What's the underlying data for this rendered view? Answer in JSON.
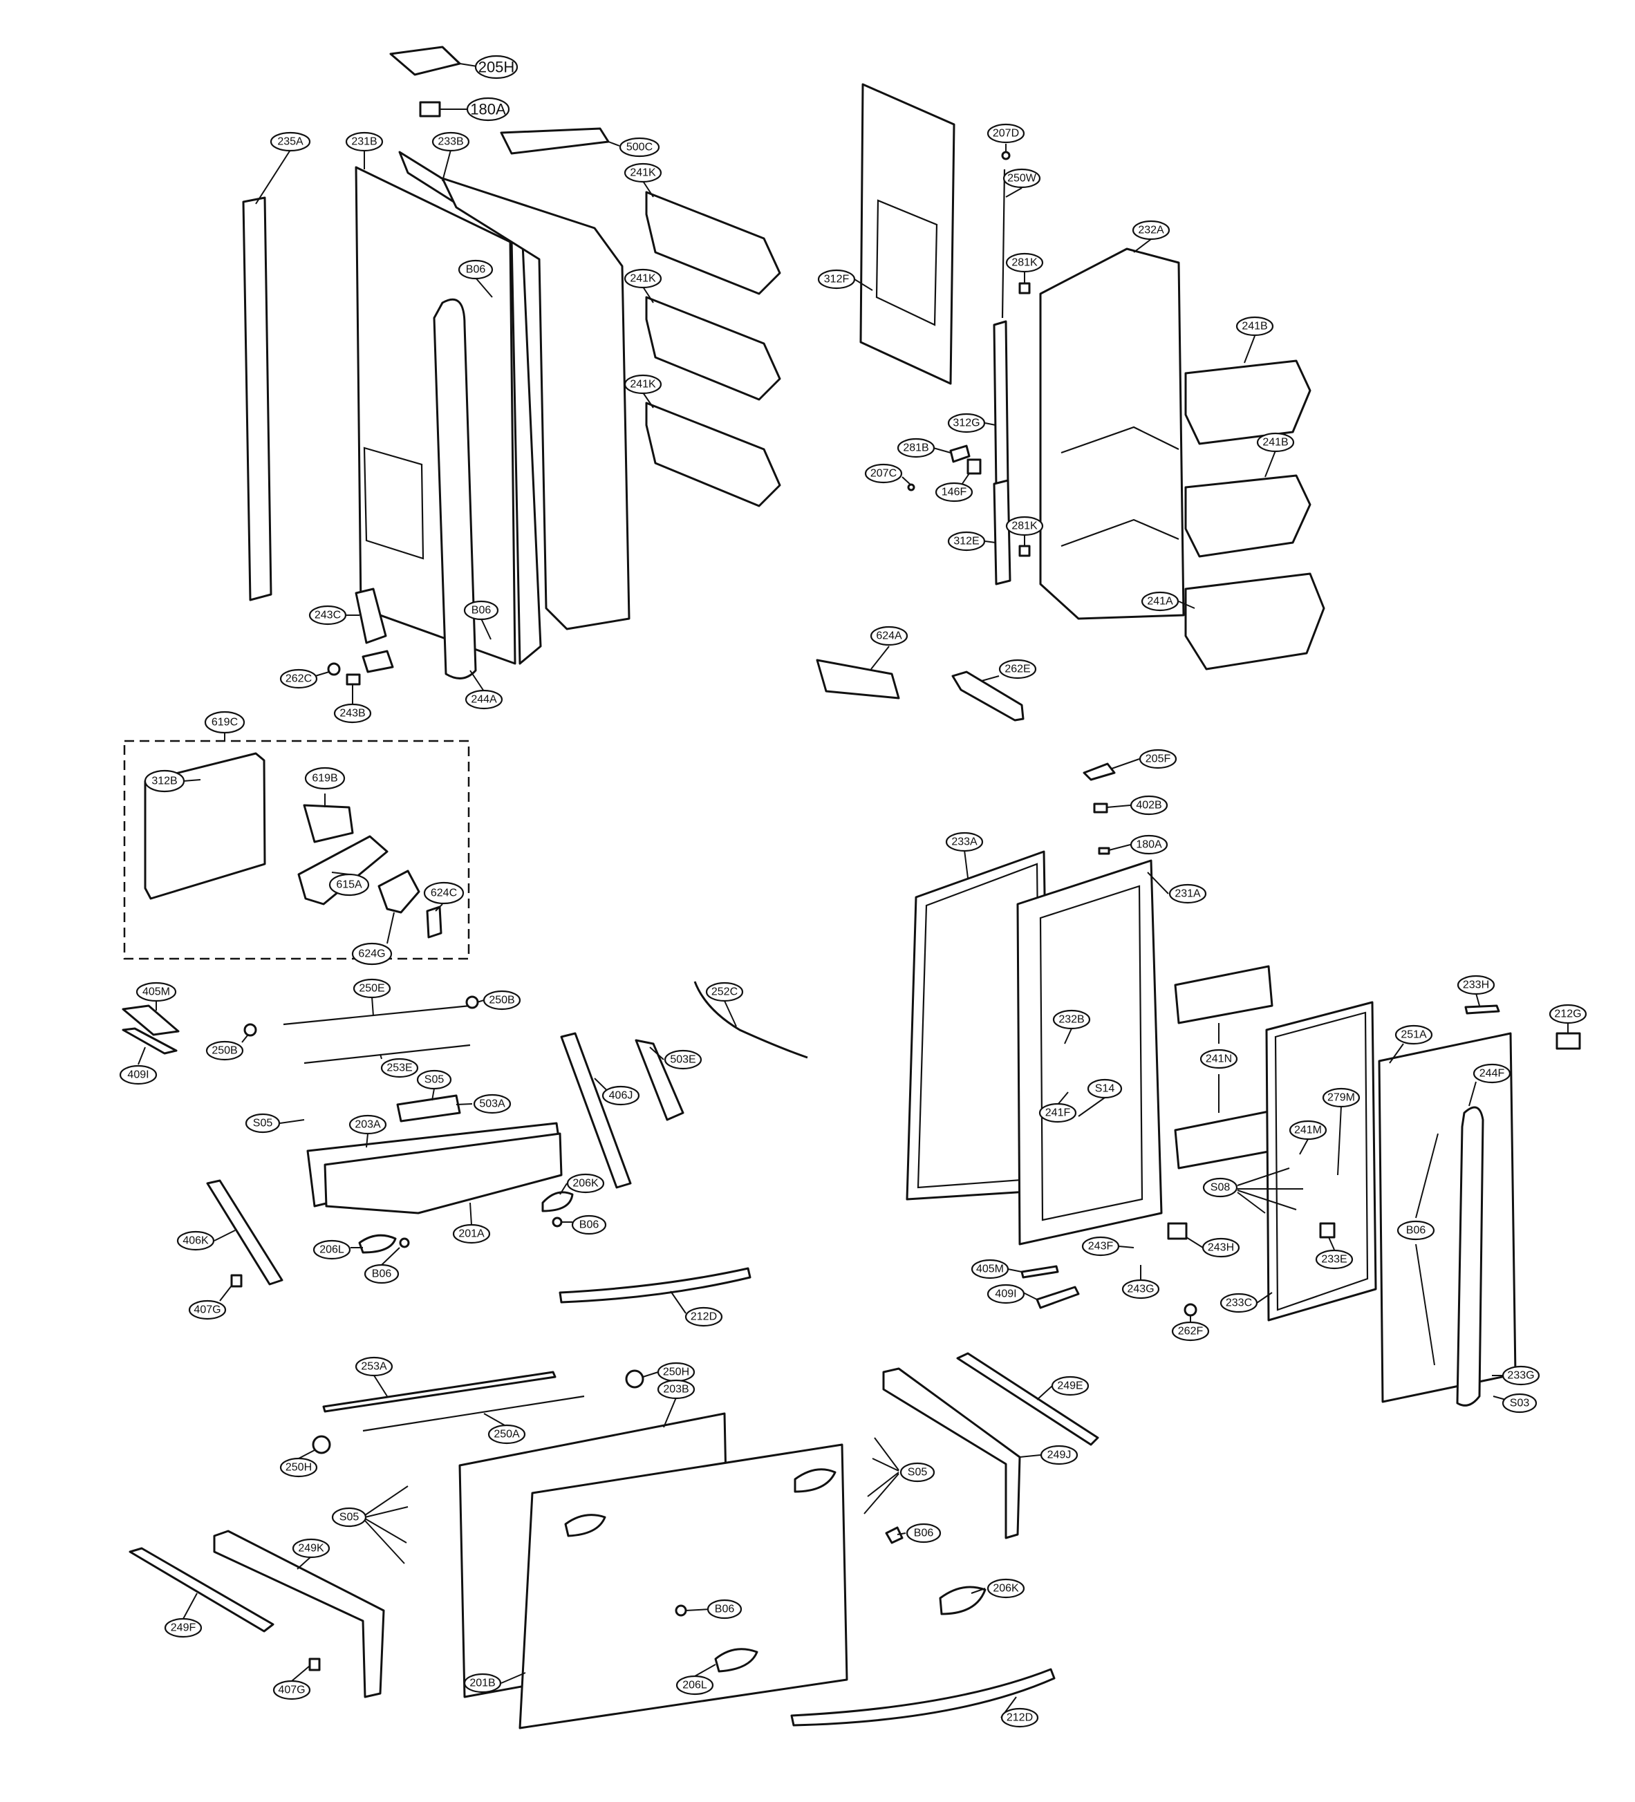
{
  "diagram": {
    "callouts": [
      {
        "id": "205H",
        "label": "205H"
      },
      {
        "id": "180A-top",
        "label": "180A"
      },
      {
        "id": "500C",
        "label": "500C"
      },
      {
        "id": "235A",
        "label": "235A"
      },
      {
        "id": "231B",
        "label": "231B"
      },
      {
        "id": "233B",
        "label": "233B"
      },
      {
        "id": "241K-1",
        "label": "241K"
      },
      {
        "id": "241K-2",
        "label": "241K"
      },
      {
        "id": "241K-3",
        "label": "241K"
      },
      {
        "id": "B06-1",
        "label": "B06"
      },
      {
        "id": "B06-2",
        "label": "B06"
      },
      {
        "id": "243C",
        "label": "243C"
      },
      {
        "id": "262C",
        "label": "262C"
      },
      {
        "id": "243B",
        "label": "243B"
      },
      {
        "id": "244A",
        "label": "244A"
      },
      {
        "id": "207D",
        "label": "207D"
      },
      {
        "id": "250W",
        "label": "250W"
      },
      {
        "id": "232A",
        "label": "232A"
      },
      {
        "id": "281K-1",
        "label": "281K"
      },
      {
        "id": "312F",
        "label": "312F"
      },
      {
        "id": "241B-1",
        "label": "241B"
      },
      {
        "id": "241B-2",
        "label": "241B"
      },
      {
        "id": "312G",
        "label": "312G"
      },
      {
        "id": "281B",
        "label": "281B"
      },
      {
        "id": "207C",
        "label": "207C"
      },
      {
        "id": "146F",
        "label": "146F"
      },
      {
        "id": "281K-2",
        "label": "281K"
      },
      {
        "id": "312E",
        "label": "312E"
      },
      {
        "id": "241A",
        "label": "241A"
      },
      {
        "id": "624A",
        "label": "624A"
      },
      {
        "id": "262E",
        "label": "262E"
      },
      {
        "id": "619C",
        "label": "619C"
      },
      {
        "id": "312B",
        "label": "312B"
      },
      {
        "id": "619B",
        "label": "619B"
      },
      {
        "id": "615A",
        "label": "615A"
      },
      {
        "id": "624C",
        "label": "624C"
      },
      {
        "id": "624G",
        "label": "624G"
      },
      {
        "id": "205F",
        "label": "205F"
      },
      {
        "id": "402B",
        "label": "402B"
      },
      {
        "id": "180A-mid",
        "label": "180A"
      },
      {
        "id": "233A",
        "label": "233A"
      },
      {
        "id": "231A",
        "label": "231A"
      },
      {
        "id": "232B",
        "label": "232B"
      },
      {
        "id": "S14",
        "label": "S14"
      },
      {
        "id": "241F",
        "label": "241F"
      },
      {
        "id": "241N",
        "label": "241N"
      },
      {
        "id": "233H",
        "label": "233H"
      },
      {
        "id": "212G",
        "label": "212G"
      },
      {
        "id": "251A",
        "label": "251A"
      },
      {
        "id": "279M",
        "label": "279M"
      },
      {
        "id": "241M",
        "label": "241M"
      },
      {
        "id": "244F",
        "label": "244F"
      },
      {
        "id": "S08",
        "label": "S08"
      },
      {
        "id": "B06-3",
        "label": "B06"
      },
      {
        "id": "233E",
        "label": "233E"
      },
      {
        "id": "243F",
        "label": "243F"
      },
      {
        "id": "243H",
        "label": "243H"
      },
      {
        "id": "405M-right",
        "label": "405M"
      },
      {
        "id": "409I-right",
        "label": "409I"
      },
      {
        "id": "243G",
        "label": "243G"
      },
      {
        "id": "233C",
        "label": "233C"
      },
      {
        "id": "262F",
        "label": "262F"
      },
      {
        "id": "233G",
        "label": "233G"
      },
      {
        "id": "S03",
        "label": "S03"
      },
      {
        "id": "405M-left",
        "label": "405M"
      },
      {
        "id": "409I-left",
        "label": "409I"
      },
      {
        "id": "250E",
        "label": "250E"
      },
      {
        "id": "250B-1",
        "label": "250B"
      },
      {
        "id": "250B-2",
        "label": "250B"
      },
      {
        "id": "252C",
        "label": "252C"
      },
      {
        "id": "253E",
        "label": "253E"
      },
      {
        "id": "503E",
        "label": "503E"
      },
      {
        "id": "S05-1",
        "label": "S05"
      },
      {
        "id": "S05-2",
        "label": "S05"
      },
      {
        "id": "503A",
        "label": "503A"
      },
      {
        "id": "203A",
        "label": "203A"
      },
      {
        "id": "406J",
        "label": "406J"
      },
      {
        "id": "206K-1",
        "label": "206K"
      },
      {
        "id": "201A",
        "label": "201A"
      },
      {
        "id": "B06-4",
        "label": "B06"
      },
      {
        "id": "406K",
        "label": "406K"
      },
      {
        "id": "206L-1",
        "label": "206L"
      },
      {
        "id": "B06-5",
        "label": "B06"
      },
      {
        "id": "407G-1",
        "label": "407G"
      },
      {
        "id": "212D-1",
        "label": "212D"
      },
      {
        "id": "253A",
        "label": "253A"
      },
      {
        "id": "250H-1",
        "label": "250H"
      },
      {
        "id": "203B",
        "label": "203B"
      },
      {
        "id": "249E",
        "label": "249E"
      },
      {
        "id": "250A",
        "label": "250A"
      },
      {
        "id": "250H-2",
        "label": "250H"
      },
      {
        "id": "249J",
        "label": "249J"
      },
      {
        "id": "S05-3",
        "label": "S05"
      },
      {
        "id": "S05-4",
        "label": "S05"
      },
      {
        "id": "249K",
        "label": "249K"
      },
      {
        "id": "B06-6",
        "label": "B06"
      },
      {
        "id": "249F",
        "label": "249F"
      },
      {
        "id": "206K-2",
        "label": "206K"
      },
      {
        "id": "B06-7",
        "label": "B06"
      },
      {
        "id": "407G-2",
        "label": "407G"
      },
      {
        "id": "206L-2",
        "label": "206L"
      },
      {
        "id": "201B",
        "label": "201B"
      },
      {
        "id": "212D-2",
        "label": "212D"
      }
    ]
  }
}
